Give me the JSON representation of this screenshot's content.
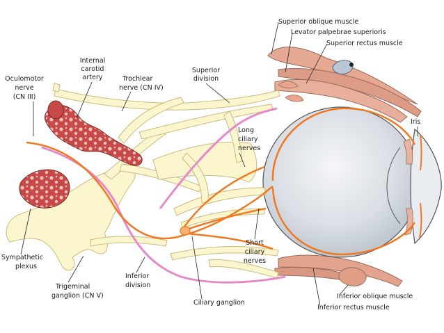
{
  "labels": {
    "superior_oblique": "Superior oblique muscle",
    "levator": "Levator palpebrae superioris",
    "superior_rectus": "Superior rectus muscle",
    "internal_carotid_1": "Internal",
    "internal_carotid_2": "carotid",
    "internal_carotid_3": "artery",
    "trochlear_1": "Trochlear",
    "trochlear_2": "nerve (CN IV)",
    "superior_division_1": "Superior",
    "superior_division_2": "division",
    "oculomotor_1": "Oculomotor",
    "oculomotor_2": "nerve",
    "oculomotor_3": "(CN III)",
    "long_ciliary_1": "Long",
    "long_ciliary_2": "ciliary",
    "long_ciliary_3": "nerves",
    "iris": "Iris",
    "short_ciliary_1": "Short",
    "short_ciliary_2": "ciliary",
    "short_ciliary_3": "nerves",
    "sympathetic_1": "Sympathetic",
    "sympathetic_2": "plexus",
    "trigeminal_1": "Trigeminal",
    "trigeminal_2": "ganglion (CN V)",
    "inferior_division_1": "Inferior",
    "inferior_division_2": "division",
    "ciliary_ganglion": "Ciliary ganglion",
    "inferior_oblique": "Inferior oblique muscle",
    "inferior_rectus": "Inferior rectus muscle"
  },
  "colors": {
    "nerve": "#fcf6cf",
    "nerve_stroke": "#c9b97a",
    "oculomotor": "#f07820",
    "sympathetic": "#e48ac8",
    "artery": "#b84a46",
    "muscle": "#e2a48e",
    "eyeball": "#dfe3e8"
  }
}
